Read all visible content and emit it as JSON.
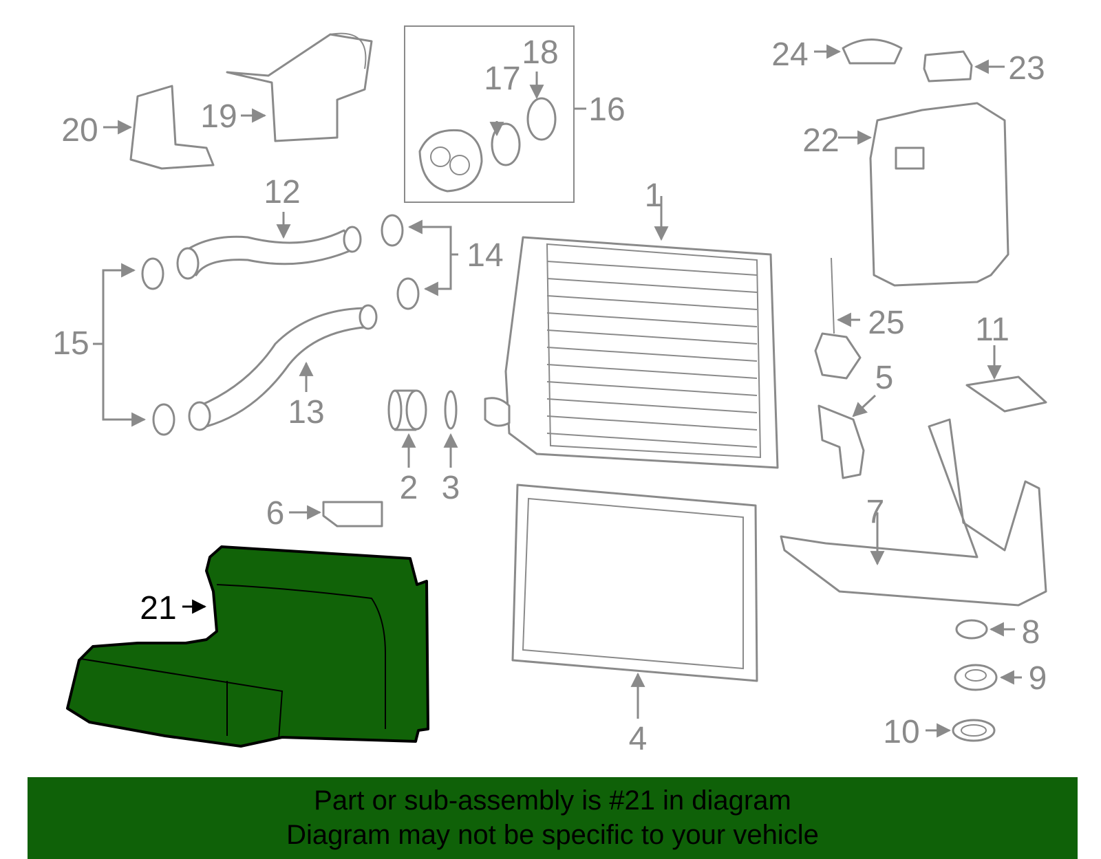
{
  "callouts": [
    "1",
    "2",
    "3",
    "4",
    "5",
    "6",
    "7",
    "8",
    "9",
    "10",
    "11",
    "12",
    "13",
    "14",
    "15",
    "16",
    "17",
    "18",
    "19",
    "20",
    "21",
    "22",
    "23",
    "24",
    "25"
  ],
  "highlighted_part": "21",
  "colors": {
    "highlight_fill": "#116308",
    "banner_bg": "#0f6108",
    "line_gray": "#8a8a8a"
  },
  "banner": {
    "line1": "Part or sub-assembly is #21 in diagram",
    "line2": "Diagram may not be specific to your vehicle"
  }
}
